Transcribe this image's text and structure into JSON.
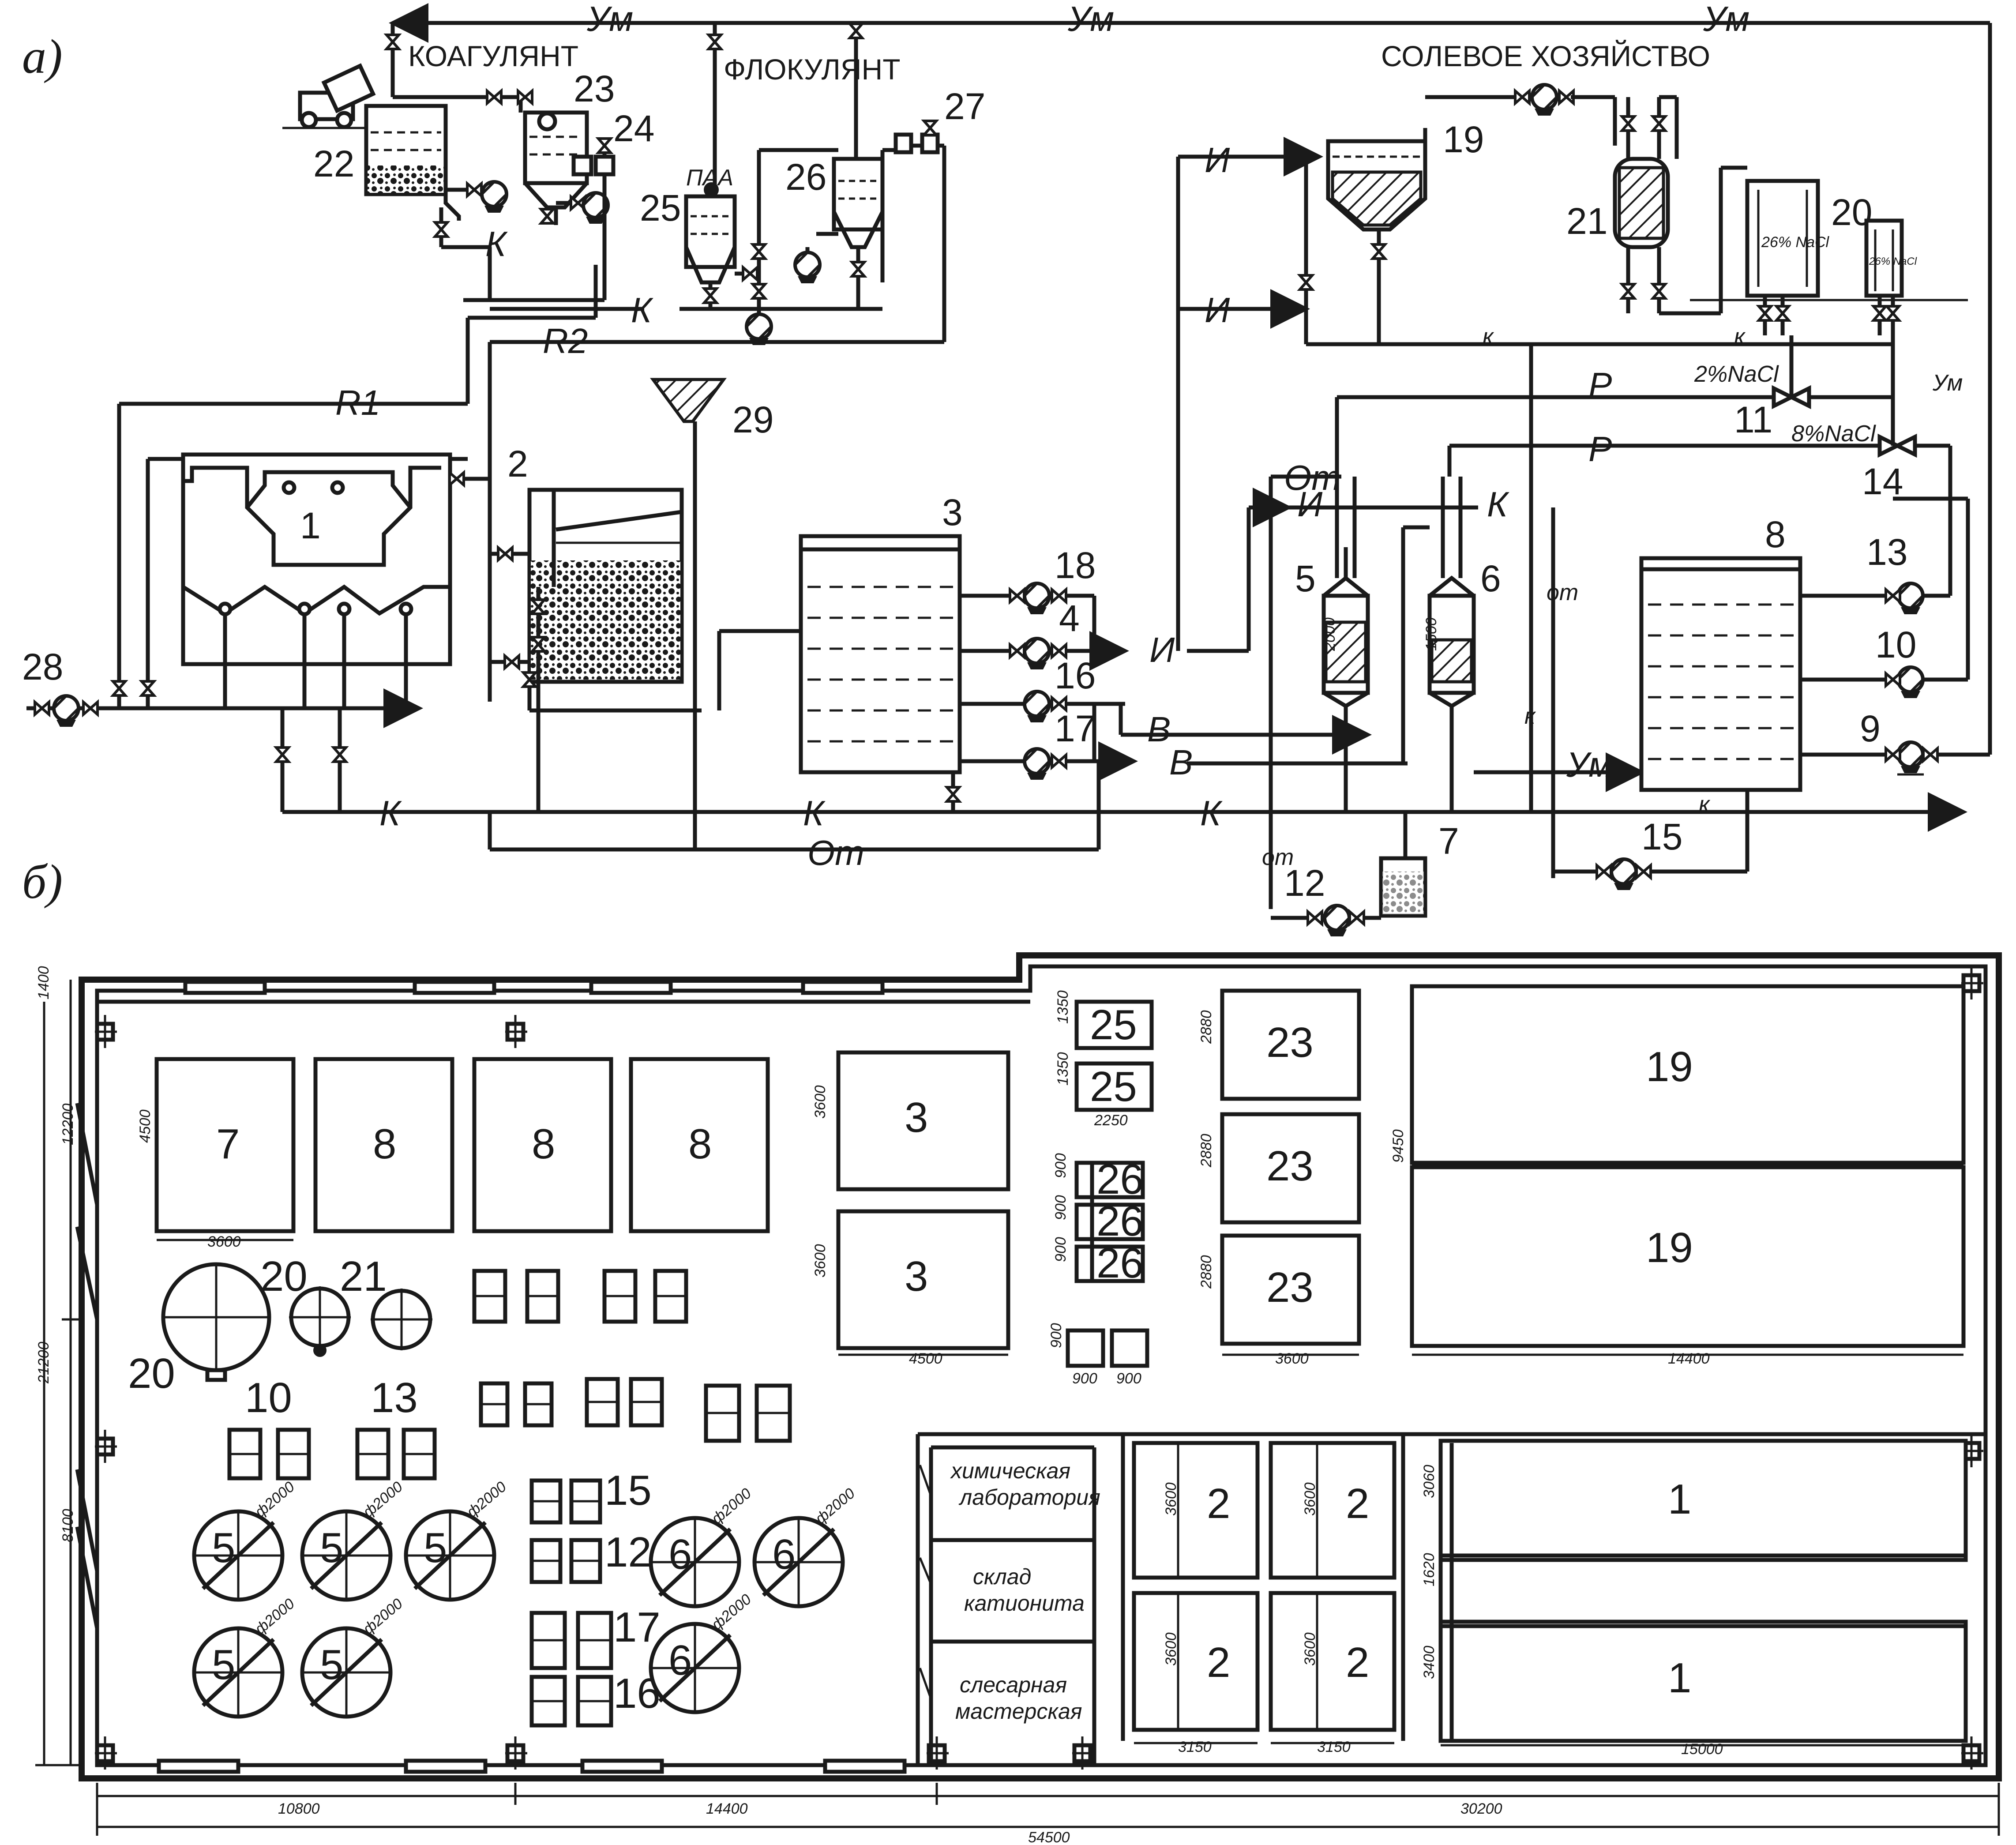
{
  "figure": {
    "sub_a": "а)",
    "sub_b": "б)"
  },
  "scheme": {
    "section_labels": {
      "coagulant": "КОАГУЛЯНТ",
      "flocculant": "ФЛОКУЛЯНТ",
      "salt": "СОЛЕВОЕ  ХОЗЯЙСТВО",
      "paa": "ПАА"
    },
    "line_labels": {
      "um": "Ум",
      "k": "К",
      "k_small": "к",
      "r1": "R1",
      "r2": "R2",
      "i": "И",
      "v": "В",
      "ot": "От",
      "ot_small": "от",
      "p": "Р",
      "nacl2": "2%NaCl",
      "nacl8": "8%NaCl",
      "nacl26": "26% NaCl"
    },
    "equipment_numbers": {
      "n1": "1",
      "n2": "2",
      "n3": "3",
      "n4": "4",
      "n5": "5",
      "n6": "6",
      "n7": "7",
      "n8": "8",
      "n9": "9",
      "n10": "10",
      "n11": "11",
      "n12": "12",
      "n13": "13",
      "n14": "14",
      "n15": "15",
      "n16": "16",
      "n17": "17",
      "n18": "18",
      "n19": "19",
      "n20": "20",
      "n21": "21",
      "n22": "22",
      "n23": "23",
      "n24": "24",
      "n25": "25",
      "n26": "26",
      "n27": "27",
      "n28": "28",
      "n29": "29"
    },
    "heights": {
      "h5": "2000",
      "h6": "1500"
    }
  },
  "plan": {
    "rooms": {
      "lab": [
        "химическая",
        "лаборатория"
      ],
      "store": [
        "склад",
        "катионита"
      ],
      "workshop": [
        "слесарная",
        "мастерская"
      ]
    },
    "dims": {
      "total": "54500",
      "seg1": "10800",
      "seg2": "14400",
      "seg3": "30200",
      "height_total": "21200",
      "h_top": "12200",
      "h_bottom": "8100",
      "h_step": "1400",
      "d3600": "3600",
      "d4500": "4500",
      "d2250": "2250",
      "d1350": "1350",
      "d900": "900",
      "d2880": "2880",
      "d9450": "9450",
      "d14400": "14400",
      "d3150": "3150",
      "d15000": "15000",
      "d3060": "3060",
      "d1620": "1620",
      "d3400": "3400",
      "phi2000": "ф2000"
    }
  }
}
